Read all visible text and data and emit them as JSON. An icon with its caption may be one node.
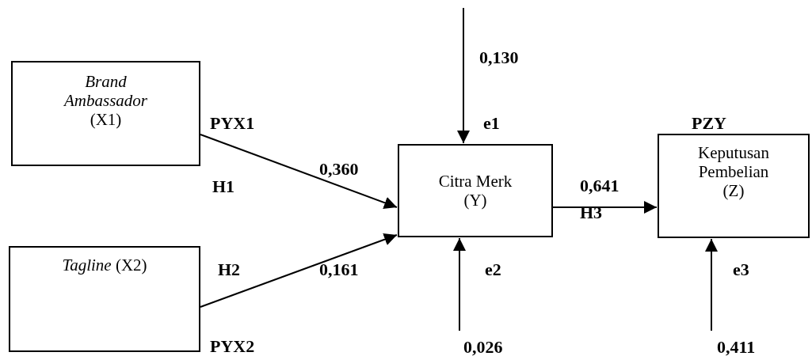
{
  "diagram": {
    "nodes": [
      {
        "text": [
          "*Brand Ambassador* (X1)"
        ]
      },
      {
        "text": [
          "*Tagline* (X2)"
        ]
      },
      {
        "text": [
          "Citra Merk (Y)"
        ]
      },
      {
        "text": [
          "Keputusan Pembelian (Z)"
        ]
      }
    ],
    "edges": [
      {
        "from": 0,
        "to": 2,
        "arrow": "to"
      },
      {
        "from": 1,
        "to": 2,
        "arrow": "to"
      },
      {
        "from": 2,
        "to": 3,
        "arrow": "to"
      },
      {
        "from": null,
        "to": 2,
        "arrow": "to"
      },
      {
        "from": null,
        "to": 2,
        "arrow": "to"
      },
      {
        "from": null,
        "to": 3,
        "arrow": "to"
      }
    ],
    "labels": [
      "0,130",
      "PYX1",
      "e1",
      "PZY",
      "H1",
      "0,360",
      "0,641",
      "H3",
      "H2",
      "0,161",
      "e2",
      "e3",
      "PYX2",
      "0,026",
      "0,411"
    ]
  }
}
